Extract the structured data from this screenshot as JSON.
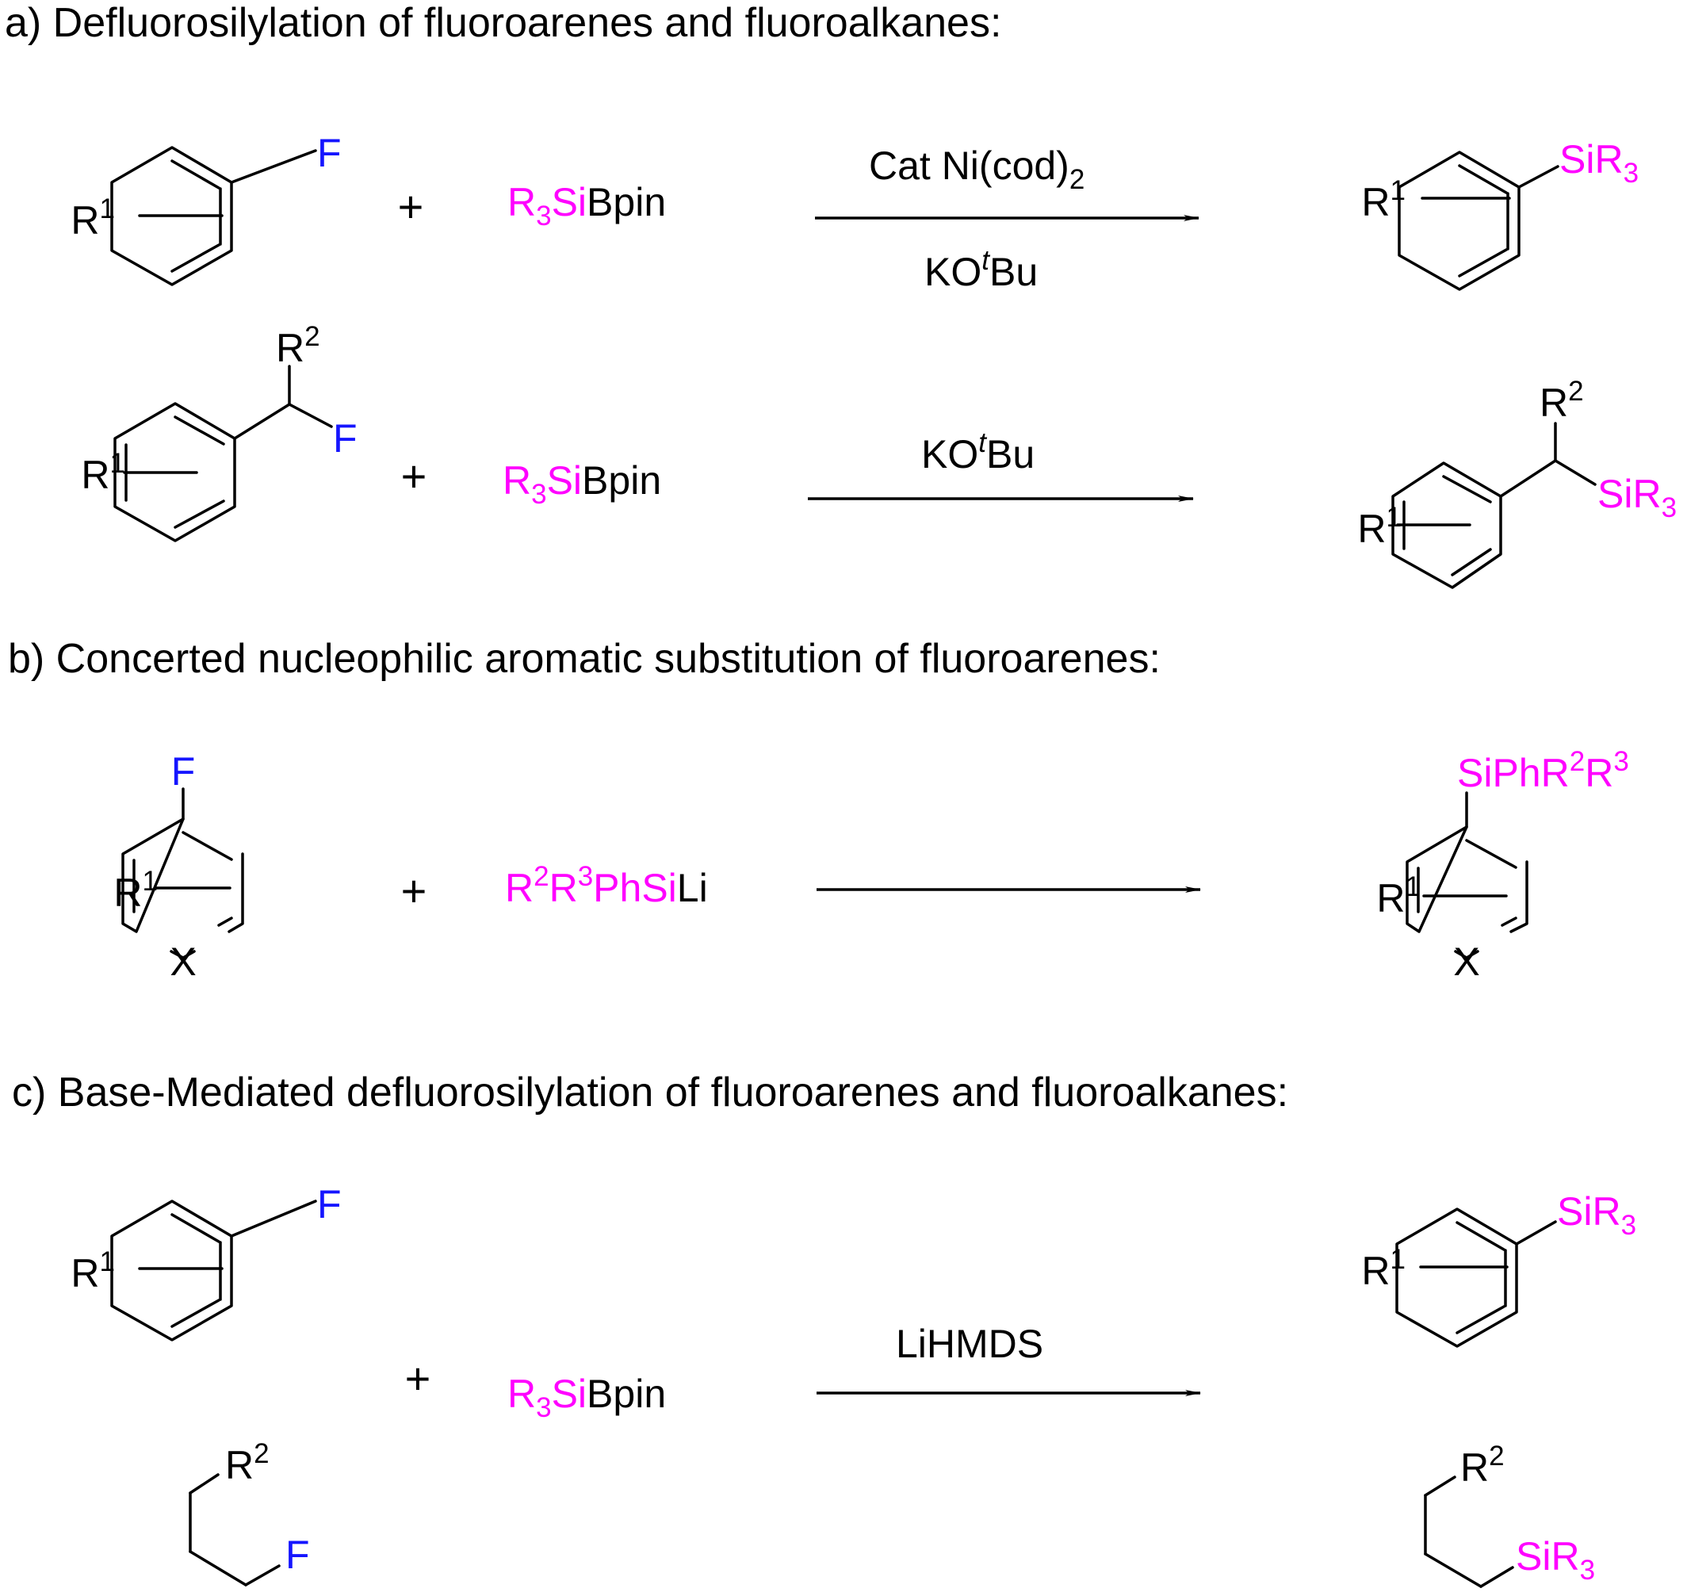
{
  "colors": {
    "text": "#000000",
    "silyl": "#ff00ff",
    "fluorine": "#1515ff"
  },
  "sections": {
    "a": {
      "heading": "a) Defluorosilylation of fluoroarenes and fluoroalkanes:",
      "row1": {
        "reagent": {
          "main": "R",
          "sub": "3",
          "highlight": "Si",
          "tail": "Bpin"
        },
        "above": {
          "main": "Cat Ni(cod)",
          "sub": "2"
        },
        "below": {
          "pre": "KO",
          "italic": "t",
          "post": "Bu"
        }
      },
      "row2": {
        "reagent": {
          "main": "R",
          "sub": "3",
          "highlight": "Si",
          "tail": "Bpin"
        },
        "above": {
          "pre": "KO",
          "italic": "t",
          "post": "Bu"
        }
      }
    },
    "b": {
      "heading": "b) Concerted nucleophilic aromatic substitution of fluoroarenes:",
      "reagent": {
        "r2": "R",
        "r2sup": "2",
        "r3": "R",
        "r3sup": "3",
        "highlight": "PhSi",
        "tail": "Li"
      },
      "product_group": {
        "si": "SiPhR",
        "sup1": "2",
        "r": "R",
        "sup2": "3"
      },
      "hetero_atom": "X"
    },
    "c": {
      "heading": "c) Base-Mediated defluorosilylation of fluoroarenes and fluoroalkanes:",
      "reagent": {
        "main": "R",
        "sub": "3",
        "highlight": "Si",
        "tail": "Bpin"
      },
      "above": "LiHMDS"
    },
    "labels": {
      "r1": "R",
      "r1_sup": "1",
      "r2": "R",
      "r2_sup": "2",
      "fluorine": "F",
      "silyl": "SiR",
      "silyl_sub": "3",
      "plus": "+"
    }
  }
}
